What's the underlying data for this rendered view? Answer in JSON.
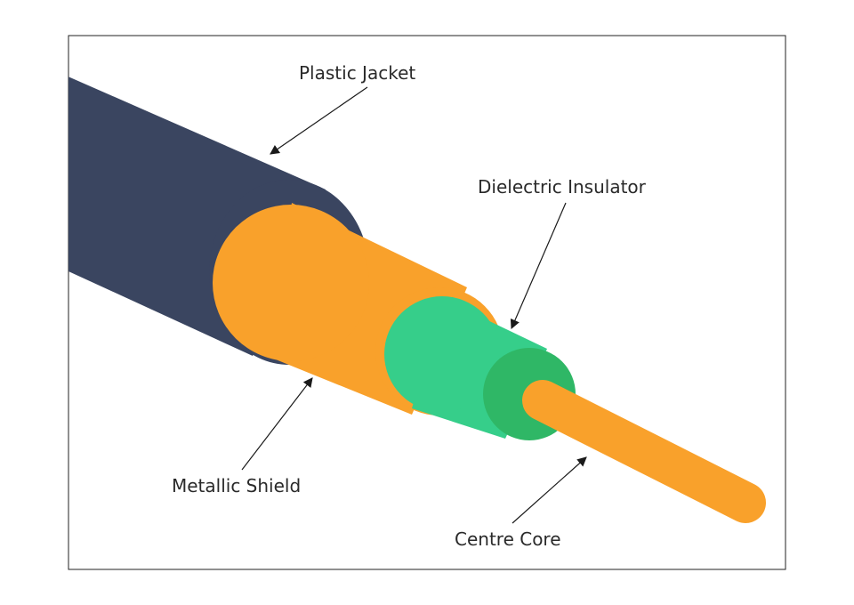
{
  "diagram": {
    "labels": {
      "plastic_jacket": "Plastic Jacket",
      "dielectric_insulator": "Dielectric Insulator",
      "metallic_shield": "Metallic Shield",
      "centre_core": "Centre Core"
    },
    "colors": {
      "jacket": "#3A4560",
      "shield": "#F9A12B",
      "insulator": "#36CE8A",
      "insulator_face": "#2FB766",
      "core": "#F9A12B",
      "arrow": "#1a1a1a",
      "frame": "#222222"
    }
  }
}
